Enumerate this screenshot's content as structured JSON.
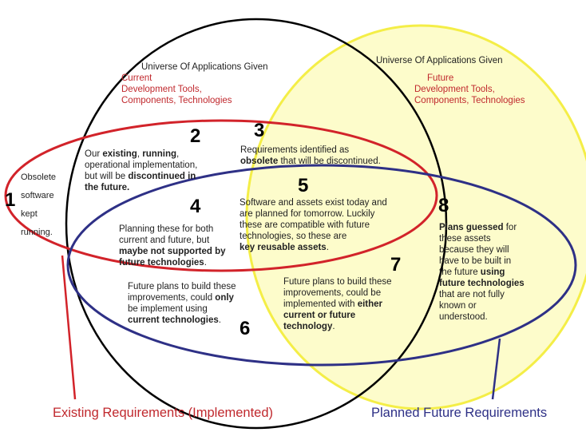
{
  "colors": {
    "yellow_fill": "#fdfccb",
    "yellow_stroke": "#f4ee47",
    "black_stroke": "#000000",
    "red_stroke": "#d2232a",
    "blue_stroke": "#2e3086",
    "red_text": "#c0282d",
    "blue_text": "#2e3086"
  },
  "universe_current": {
    "line1": "Universe Of Applications Given",
    "line2": "Current",
    "line3": "Development Tools,",
    "line4": "Components, Technologies"
  },
  "universe_future": {
    "line1": "Universe Of Applications Given",
    "line2": "Future",
    "line3": "Development Tools,",
    "line4": "Components, Technologies"
  },
  "regions": [
    {
      "number": "1",
      "lines": [
        "Obsolete",
        "software",
        "kept",
        "running."
      ]
    },
    {
      "number": "2",
      "text": {
        "a": "Our ",
        "b": "existing",
        "c": ", ",
        "d": "running",
        "e": ",",
        "f": "operational implementation,",
        "g": "but will be ",
        "h": "discontinued in",
        "i": "the future."
      }
    },
    {
      "number": "3",
      "text": {
        "a": "Requirements identified as",
        "b": "obsolete",
        "c": " that will be discontinued."
      }
    },
    {
      "number": "4",
      "text": {
        "a": "Planning these for both",
        "b": "current and future, but",
        "c": "maybe not supported by",
        "d": "future technologies",
        "e": "."
      }
    },
    {
      "number": "5",
      "text": {
        "a": "Software and assets exist today and",
        "b": "are planned for tomorrow.  Luckily",
        "c": "these are compatible with future",
        "d": "technologies, so these are",
        "e": "key reusable assets",
        "f": "."
      }
    },
    {
      "number": "6",
      "text": {
        "a": "Future plans to build these",
        "b": "improvements, could ",
        "c": "only",
        "d": "be implement using",
        "e": "current technologies",
        "f": "."
      }
    },
    {
      "number": "7",
      "text": {
        "a": "Future plans to build these",
        "b": "improvements, could be",
        "c": "implemented with ",
        "d": "either",
        "e": "current or future",
        "f": "technology",
        "g": "."
      }
    },
    {
      "number": "8",
      "text": {
        "a": "Plans guessed",
        "b": " for",
        "c": "these assets",
        "d": "because they will",
        "e": "have to be built in",
        "f": "the future ",
        "g": "using",
        "h": "future technologies",
        "i": "that are not fully",
        "j": "known or",
        "k": "understood."
      }
    }
  ],
  "captions": {
    "existing": "Existing Requirements (Implemented)",
    "planned": "Planned Future Requirements"
  }
}
